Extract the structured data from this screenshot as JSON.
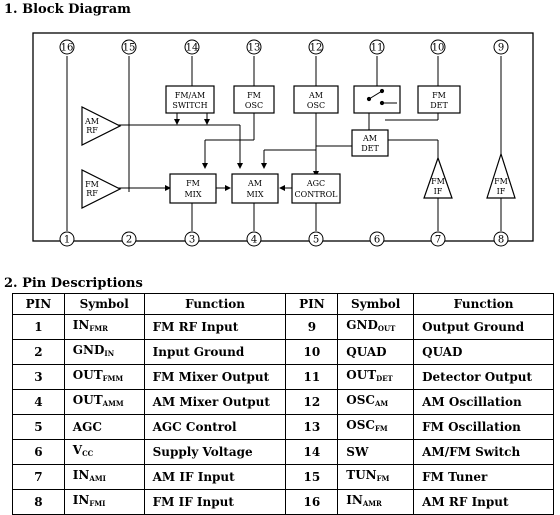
{
  "sections": {
    "block_diagram_title": "1. Block Diagram",
    "pin_descriptions_title": "2. Pin Descriptions"
  },
  "diagram": {
    "top_pins": [
      "16",
      "15",
      "14",
      "13",
      "12",
      "11",
      "10",
      "9"
    ],
    "bottom_pins": [
      "1",
      "2",
      "3",
      "4",
      "5",
      "6",
      "7",
      "8"
    ],
    "blocks": {
      "fm_am_switch": [
        "FM/AM",
        "SWITCH"
      ],
      "fm_osc": [
        "FM",
        "OSC"
      ],
      "am_osc": [
        "AM",
        "OSC"
      ],
      "fm_det": [
        "FM",
        "DET"
      ],
      "am_det": [
        "AM",
        "DET"
      ],
      "fm_mix": [
        "FM",
        "MIX"
      ],
      "am_mix": [
        "AM",
        "MIX"
      ],
      "agc_control": [
        "AGC",
        "CONTROL"
      ],
      "am_rf": [
        "AM",
        "RF"
      ],
      "fm_rf": [
        "FM",
        "RF"
      ],
      "fm_if_left": [
        "FM",
        "IF"
      ],
      "fm_if_right": [
        "FM",
        "IF"
      ]
    }
  },
  "table": {
    "headers": [
      "PIN",
      "Symbol",
      "Function",
      "PIN",
      "Symbol",
      "Function"
    ],
    "rows": [
      {
        "pin1": "1",
        "sym1": "IN",
        "sub1": "FMR",
        "fn1": "FM RF Input",
        "pin2": "9",
        "sym2": "GND",
        "sub2": "OUT",
        "fn2": "Output Ground"
      },
      {
        "pin1": "2",
        "sym1": "GND",
        "sub1": "IN",
        "fn1": "Input Ground",
        "pin2": "10",
        "sym2": "QUAD",
        "sub2": "",
        "fn2": "QUAD"
      },
      {
        "pin1": "3",
        "sym1": "OUT",
        "sub1": "FMM",
        "fn1": "FM Mixer Output",
        "pin2": "11",
        "sym2": "OUT",
        "sub2": "DET",
        "fn2": "Detector Output"
      },
      {
        "pin1": "4",
        "sym1": "OUT",
        "sub1": "AMM",
        "fn1": "AM Mixer Output",
        "pin2": "12",
        "sym2": "OSC",
        "sub2": "AM",
        "fn2": "AM Oscillation"
      },
      {
        "pin1": "5",
        "sym1": "AGC",
        "sub1": "",
        "fn1": "AGC Control",
        "pin2": "13",
        "sym2": "OSC",
        "sub2": "FM",
        "fn2": "FM Oscillation"
      },
      {
        "pin1": "6",
        "sym1": "V",
        "sub1": "CC",
        "fn1": "Supply Voltage",
        "pin2": "14",
        "sym2": "SW",
        "sub2": "",
        "fn2": "AM/FM Switch"
      },
      {
        "pin1": "7",
        "sym1": "IN",
        "sub1": "AMI",
        "fn1": "AM IF Input",
        "pin2": "15",
        "sym2": "TUN",
        "sub2": "FM",
        "fn2": "FM Tuner"
      },
      {
        "pin1": "8",
        "sym1": "IN",
        "sub1": "FMI",
        "fn1": "FM IF Input",
        "pin2": "16",
        "sym2": "IN",
        "sub2": "AMR",
        "fn2": "AM RF Input"
      }
    ]
  }
}
